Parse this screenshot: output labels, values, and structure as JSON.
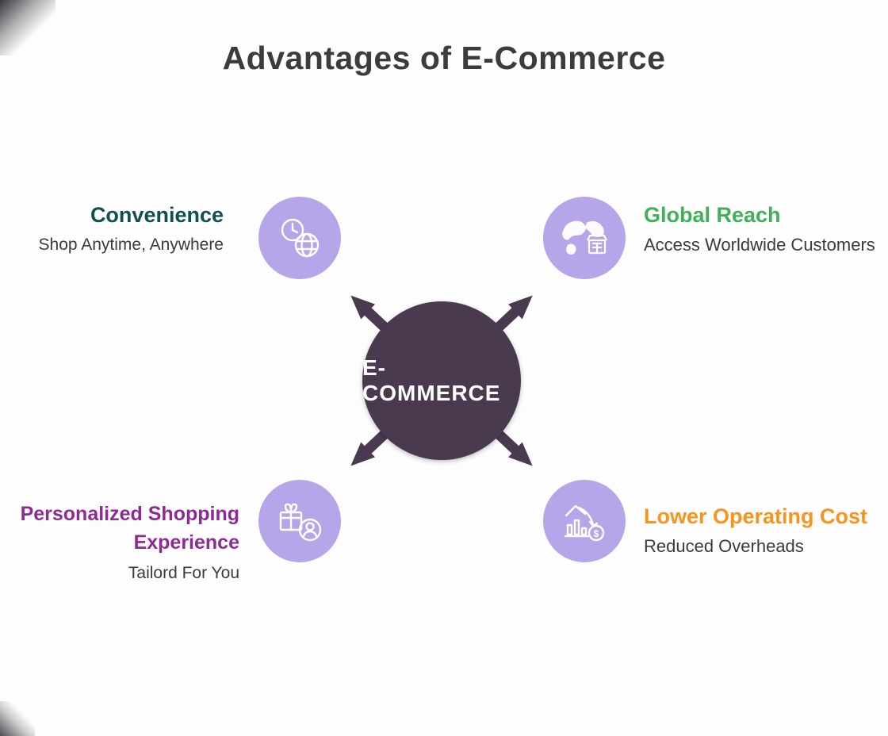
{
  "title": "Advantages of E-Commerce",
  "center": {
    "label": "E-COMMERCE"
  },
  "colors": {
    "title_text": "#3c3c3c",
    "center_circle": "#4a3a4f",
    "arrow": "#4a3a4f",
    "icon_bubble": "#b6a5e8",
    "convenience_heading": "#11504d",
    "global_reach_heading": "#41b05a",
    "personalized_heading": "#8e2a96",
    "lower_cost_heading": "#f7941e",
    "subtitle_text": "#3b3b3b"
  },
  "items": [
    {
      "title": "Convenience",
      "subtitle": "Shop Anytime, Anywhere",
      "icon": "clock-globe-icon",
      "position": "top-left"
    },
    {
      "title": "Global Reach",
      "subtitle": "Access Worldwide Customers",
      "icon": "world-map-store-icon",
      "position": "top-right"
    },
    {
      "title": "Personalized Shopping Experience",
      "subtitle": "Tailord For You",
      "icon": "gift-person-icon",
      "position": "bottom-left"
    },
    {
      "title": "Lower Operating Cost",
      "subtitle": "Reduced Overheads",
      "icon": "chart-dollar-icon",
      "position": "bottom-right"
    }
  ]
}
